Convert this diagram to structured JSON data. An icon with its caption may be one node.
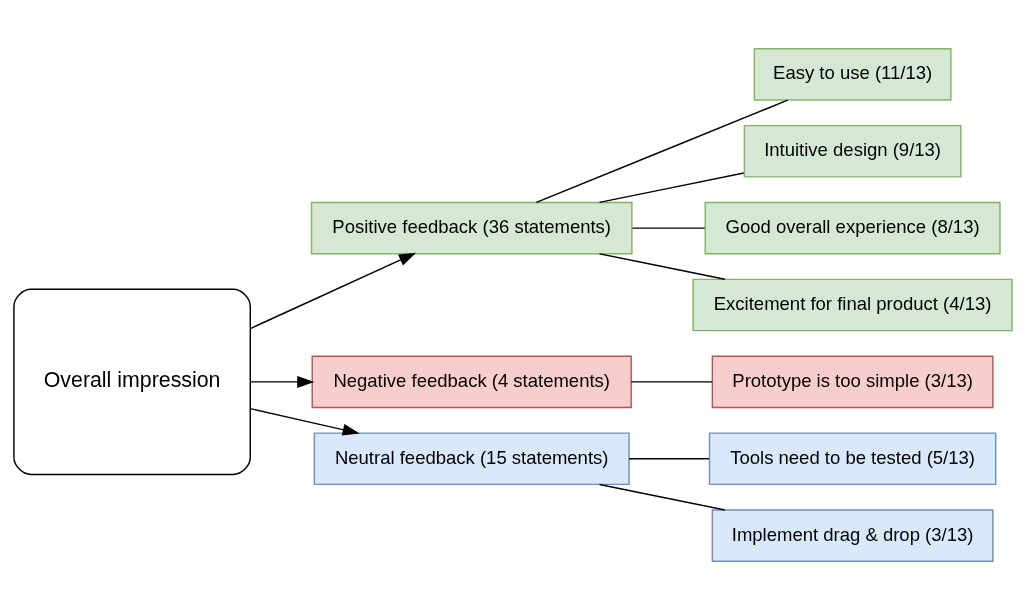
{
  "diagram": {
    "nodes": [
      {
        "text": [
          "Overall impression"
        ]
      },
      {
        "text": [
          "Positive feedback (36 statements)"
        ]
      },
      {
        "text": [
          "Negative feedback (4 statements)"
        ]
      },
      {
        "text": [
          "Neutral feedback (15 statements)"
        ]
      },
      {
        "text": [
          "Easy to use (11/13)"
        ]
      },
      {
        "text": [
          "Intuitive design (9/13)"
        ]
      },
      {
        "text": [
          "Good overall experience (8/13)"
        ]
      },
      {
        "text": [
          "Excitement for final product (4/13)"
        ]
      },
      {
        "text": [
          "Prototype is too simple (3/13)"
        ]
      },
      {
        "text": [
          "Tools need to be tested (5/13)"
        ]
      },
      {
        "text": [
          "Implement drag & drop (3/13)"
        ]
      }
    ],
    "edges": [
      {
        "from": 0,
        "to": 1,
        "arrow": "to"
      },
      {
        "from": 0,
        "to": 2,
        "arrow": "to"
      },
      {
        "from": 0,
        "to": 3,
        "arrow": "to"
      },
      {
        "from": 1,
        "to": 4,
        "arrow": "none"
      },
      {
        "from": 1,
        "to": 5,
        "arrow": "none"
      },
      {
        "from": 1,
        "to": 6,
        "arrow": "none"
      },
      {
        "from": 1,
        "to": 7,
        "arrow": "none"
      },
      {
        "from": 2,
        "to": 8,
        "arrow": "none"
      },
      {
        "from": 3,
        "to": 9,
        "arrow": "none"
      },
      {
        "from": 3,
        "to": 10,
        "arrow": "none"
      }
    ]
  }
}
